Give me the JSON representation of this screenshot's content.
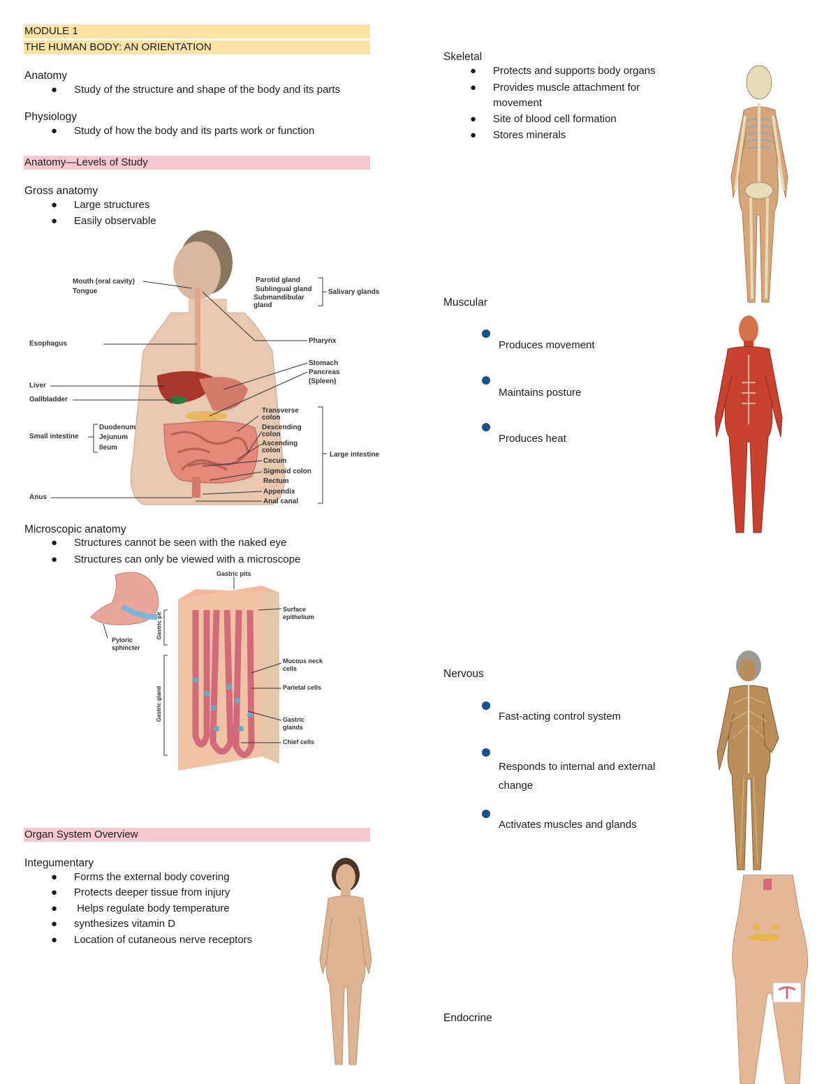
{
  "header": {
    "module": "MODULE 1",
    "title": "THE HUMAN BODY: AN ORIENTATION"
  },
  "anatomy": {
    "heading": "Anatomy",
    "bullets": [
      "Study of the structure and shape of the body and its parts"
    ]
  },
  "physiology": {
    "heading": "Physiology",
    "bullets": [
      "Study of how the body and its parts work or function"
    ]
  },
  "levels_heading": "Anatomy—Levels of Study",
  "gross": {
    "heading": "Gross anatomy",
    "bullets": [
      "Large structures",
      "Easily observable"
    ]
  },
  "digestive_figure": {
    "left_labels": [
      "Mouth (oral cavity)",
      "Tongue",
      "Esophagus",
      "Liver",
      "Gallbladder",
      "Small intestine",
      "Duodenum",
      "Jejunum",
      "Ileum",
      "Anus"
    ],
    "right_labels": [
      "Parotid gland",
      "Sublingual gland",
      "Submandibular gland",
      "Salivary glands",
      "Pharynx",
      "Stomach",
      "Pancreas",
      "(Spleen)",
      "Transverse colon",
      "Descending colon",
      "Ascending colon",
      "Cecum",
      "Sigmoid colon",
      "Rectum",
      "Appendix",
      "Anal canal",
      "Large intestine"
    ]
  },
  "microscopic": {
    "heading": "Microscopic anatomy",
    "bullets": [
      "Structures cannot be seen with the naked eye",
      "Structures can only be viewed with a microscope"
    ]
  },
  "gastric_figure": {
    "labels": [
      "Gastric pits",
      "Surface epithelium",
      "Mucous neck cells",
      "Parietal cells",
      "Gastric glands",
      "Chief cells",
      "Pyloric sphincter",
      "Gastric pit",
      "Gastric gland"
    ]
  },
  "organ_overview_heading": "Organ System Overview",
  "integumentary": {
    "heading": "Integumentary",
    "bullets": [
      "Forms the external body covering",
      "Protects deeper tissue from injury",
      " Helps regulate body temperature",
      "synthesizes vitamin D",
      "Location of cutaneous nerve receptors"
    ]
  },
  "skeletal": {
    "heading": "Skeletal",
    "bullets": [
      "Protects and supports body organs",
      "Provides muscle attachment for movement",
      "Site of blood cell formation",
      "Stores minerals"
    ]
  },
  "muscular": {
    "heading": "Muscular",
    "bullets": [
      "Produces movement",
      "Maintains posture",
      "Produces heat"
    ]
  },
  "nervous": {
    "heading": "Nervous",
    "bullets": [
      "Fast-acting control system",
      "Responds to internal and external change",
      "Activates muscles and glands"
    ]
  },
  "endocrine": {
    "heading": "Endocrine"
  },
  "colors": {
    "yellow_highlight": "#fbe3a6",
    "pink_highlight": "#f5c9cd",
    "blue_bullet": "#1b4f8c"
  }
}
